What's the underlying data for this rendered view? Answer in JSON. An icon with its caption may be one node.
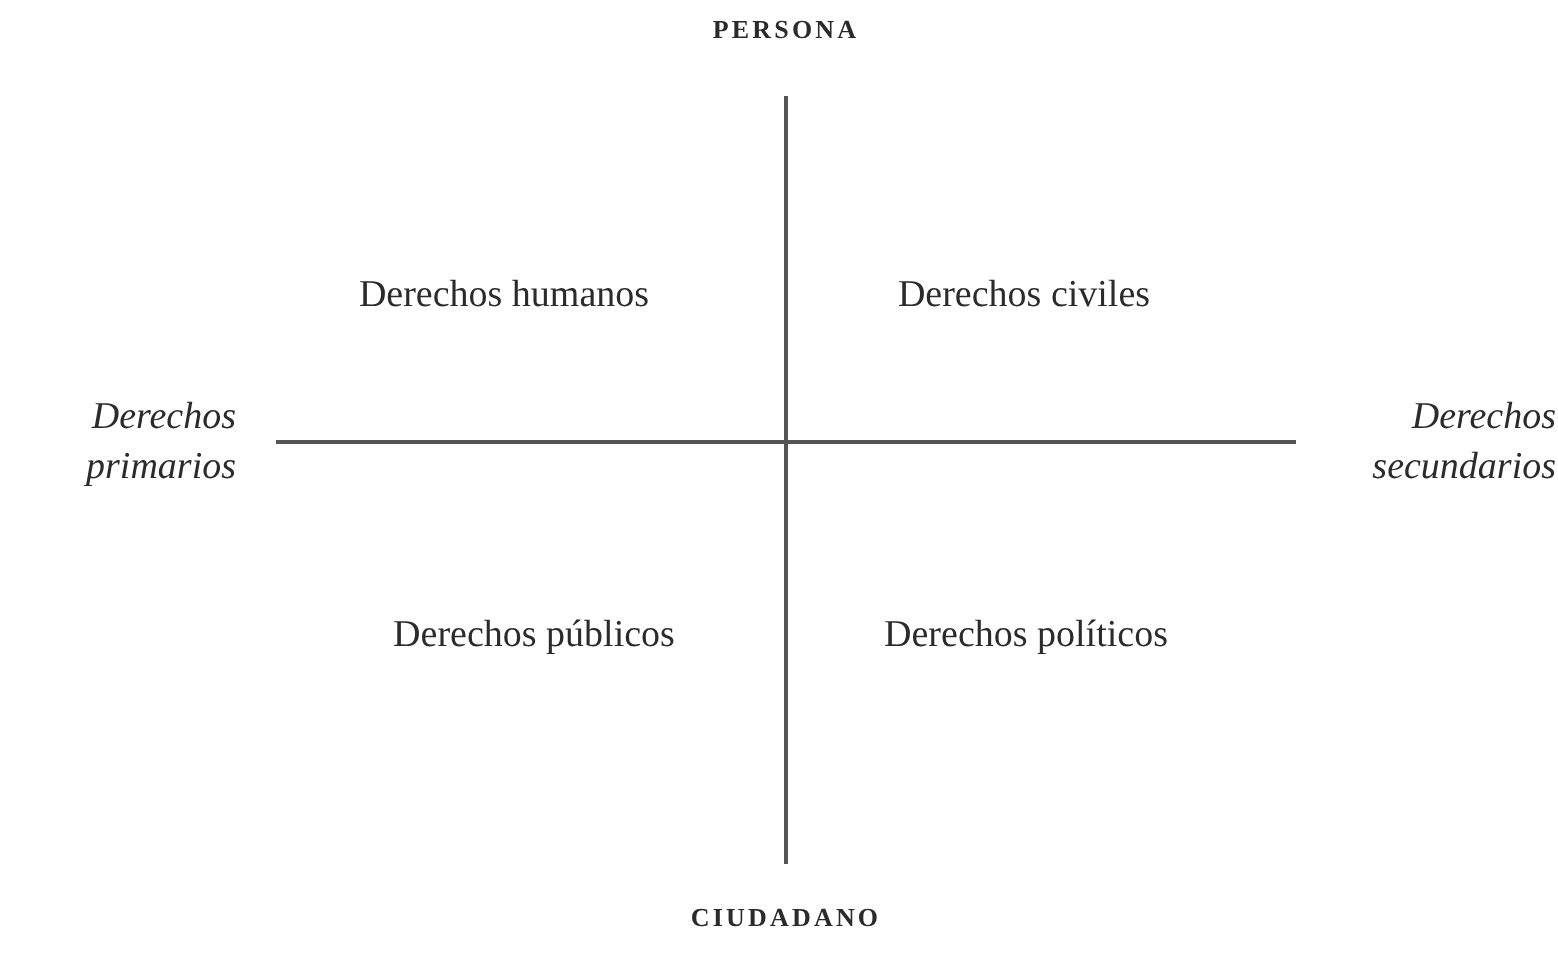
{
  "diagram": {
    "labels": [
      "PERSONA",
      "Derechos humanos",
      "Derechos civiles",
      "Derechos primarios",
      "Derechos secundarios",
      "Derechos públicos",
      "Derechos políticos",
      "CIUDADANO"
    ]
  }
}
